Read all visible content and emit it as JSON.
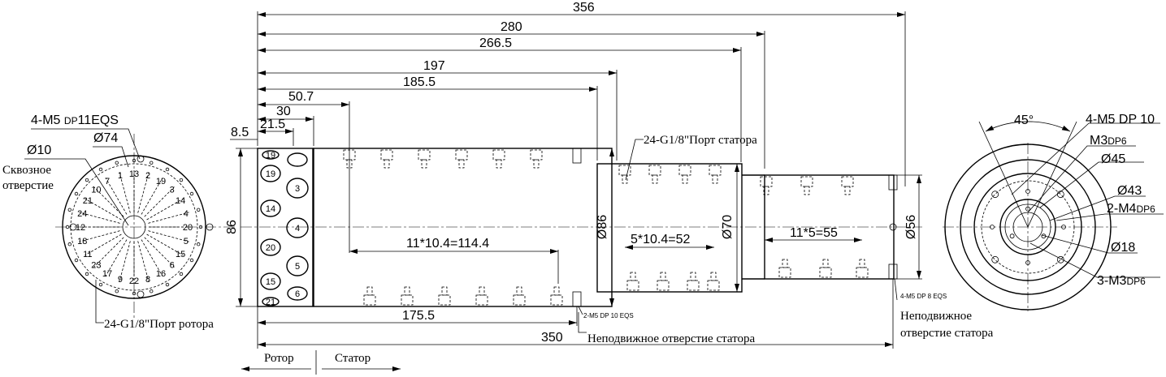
{
  "top_dims": {
    "d356": "356",
    "d280": "280",
    "d266_5": "266.5",
    "d197": "197",
    "d185_5": "185.5",
    "d50_7": "50.7",
    "d30": "30",
    "d21_5": "21.5",
    "d8_5": "8.5"
  },
  "side_view": {
    "height_86": "86",
    "dia_86": "Ø86",
    "dia_70": "Ø70",
    "dia_56": "Ø56",
    "pitch_1": "11*10.4=114.4",
    "pitch_2": "5*10.4=52",
    "pitch_3": "11*5=55",
    "bottom_175_5": "175.5",
    "bottom_350": "350",
    "stator_port": "24-G1/8\"Порт статора",
    "thread_left": "2-M5 DP 10 EQS",
    "thread_right": "4-M5 DP 8 EQS",
    "fixed_hole_1": "Неподвижное отверстие статора",
    "fixed_hole_2a": "Неподвижное",
    "fixed_hole_2b": "отверстие статора",
    "rotor": "Ротор",
    "stator": "Статор",
    "face_ports": [
      "19",
      "19",
      "3",
      "14",
      "4",
      "20",
      "5",
      "15",
      "6",
      "21"
    ]
  },
  "left_view": {
    "thread_a": "4-M5 ",
    "thread_b": "DP",
    "thread_c": "11EQS",
    "dia_74": "Ø74",
    "dia_10": "Ø10",
    "through_1": "Сквозное",
    "through_2": "отверстие",
    "rotor_port": "24-G1/8\"Порт ротора",
    "port_numbers": [
      "13",
      "2",
      "19",
      "3",
      "14",
      "4",
      "20",
      "5",
      "15",
      "6",
      "16",
      "8",
      "22",
      "9",
      "17",
      "23",
      "11",
      "18",
      "12",
      "24",
      "21",
      "10",
      "7",
      "1"
    ]
  },
  "right_view": {
    "angle": "45°",
    "thread_m5": "4-M5 DP 10",
    "thread_m3_a": "M3",
    "thread_m3_b": "DP6",
    "dia_45": "Ø45",
    "dia_43": "Ø43",
    "thread_m4_a": "2-M4",
    "thread_m4_b": "DP6",
    "dia_18": "Ø18",
    "thread_3m3_a": "3-M3",
    "thread_3m3_b": "DP6"
  }
}
